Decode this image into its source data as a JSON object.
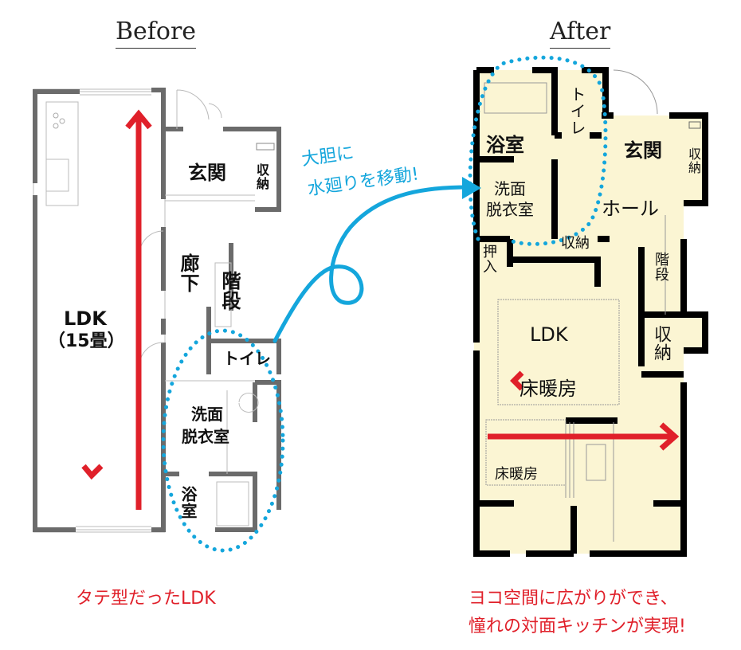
{
  "before": {
    "title": "Before",
    "rooms": {
      "ldk": "LDK",
      "ldk_size": "（15畳）",
      "genkan": "玄関",
      "shuno": "収納",
      "roka": "廊下",
      "kaidan": "階段",
      "toilet": "トイレ",
      "senmen": "洗面",
      "datsuishitsu": "脱衣室",
      "yokushitsu": "浴室"
    },
    "caption": "タテ型だったLDK"
  },
  "after": {
    "title": "After",
    "rooms": {
      "yokushitsu": "浴室",
      "toilet": "トイレ",
      "genkan": "玄関",
      "shuno_genkan": "収納",
      "senmen": "洗面",
      "datsuishitsu": "脱衣室",
      "hall": "ホール",
      "shuno_hall": "収納",
      "oshiire": "押入",
      "kaidan": "階段",
      "ldk": "LDK",
      "shuno_ldk": "収納",
      "yukadanbo_1": "床暖房",
      "yukadanbo_2": "床暖房"
    },
    "caption_line1": "ヨコ空間に広がりができ、",
    "caption_line2": "憧れの対面キッチンが実現!"
  },
  "annotation": {
    "line1": "大胆に",
    "line2": "水廻りを移動!"
  },
  "colors": {
    "accent_red": "#e0202a",
    "accent_blue": "#14a6dc",
    "after_floor": "#fbf5d3",
    "before_wall": "#6b6b6b",
    "after_wall": "#000000"
  }
}
